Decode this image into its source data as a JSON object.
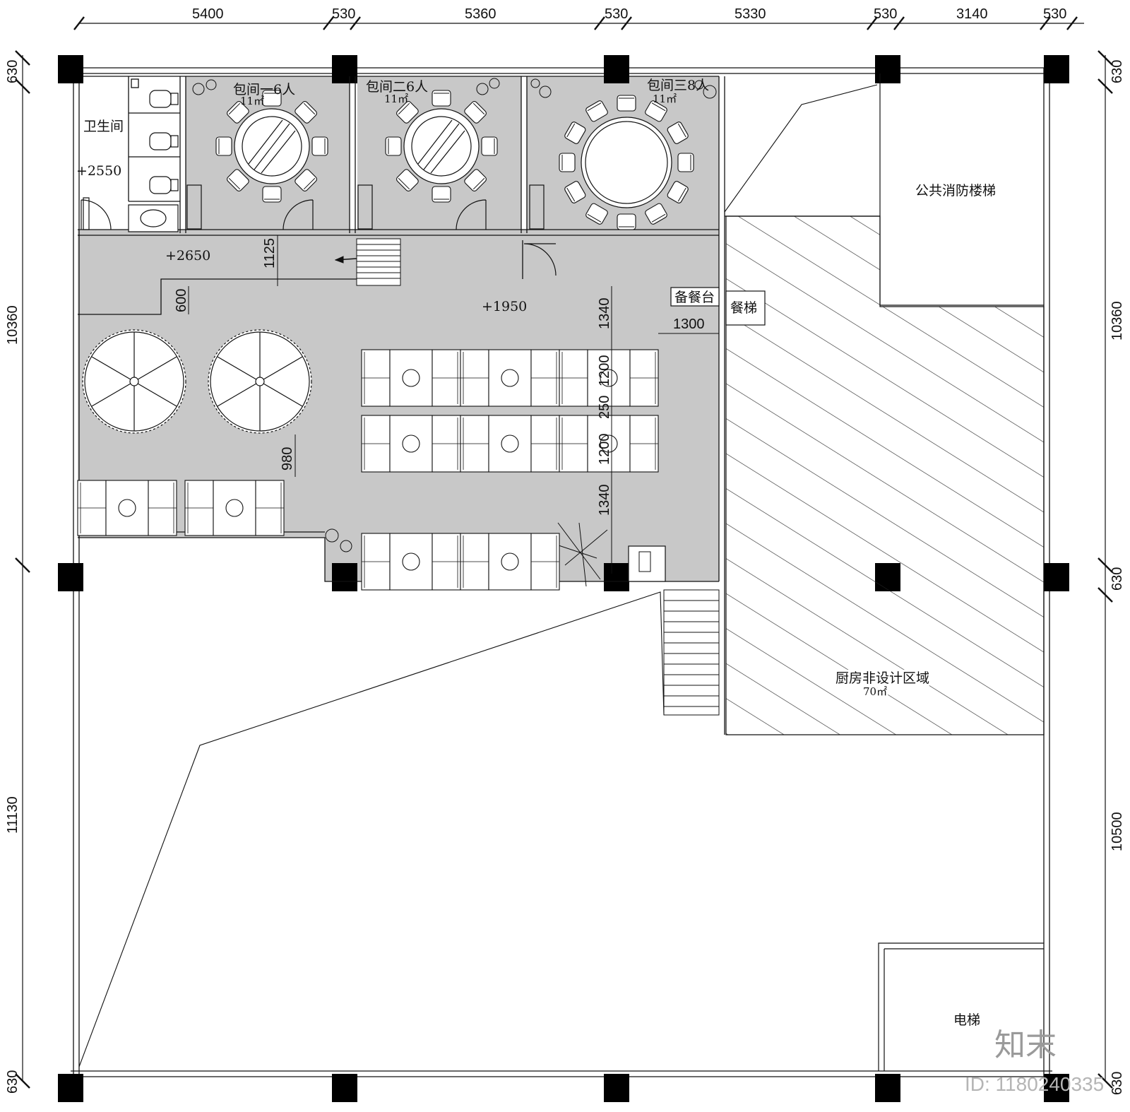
{
  "dimensions": {
    "top": [
      "5400",
      "530",
      "5360",
      "530",
      "5330",
      "530",
      "3140",
      "530"
    ],
    "left": [
      "630",
      "10360",
      "11130",
      "630"
    ],
    "right": [
      "630",
      "10360",
      "630",
      "10500",
      "630"
    ],
    "interior": [
      "1125",
      "600",
      "1340",
      "1300",
      "1200",
      "250",
      "1200",
      "1340",
      "980"
    ]
  },
  "rooms": {
    "private_room_1": {
      "name": "包间一6人",
      "area": "11㎡"
    },
    "private_room_2": {
      "name": "包间二6人",
      "area": "11㎡"
    },
    "private_room_3": {
      "name": "包间三8人",
      "area": "11㎡"
    },
    "restroom": "卫生间",
    "fire_stairs": "公共消防楼梯",
    "kitchen": {
      "name": "厨房非设计区域",
      "area": "70㎡"
    },
    "elevator": "电梯",
    "service_station": "备餐台",
    "dumbwaiter": "餐梯"
  },
  "elevations": [
    "+2550",
    "+2650",
    "+1950"
  ],
  "watermark": {
    "logo": "知末",
    "id": "ID: 1180240335"
  },
  "colors": {
    "floor_fill": "#c8c8c8",
    "line": "#111111",
    "column": "#000000"
  }
}
